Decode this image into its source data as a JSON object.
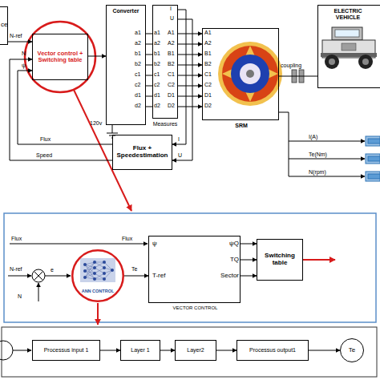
{
  "diagram": {
    "nodes": [
      {
        "text": [
          "ce"
        ]
      },
      {
        "text": [
          "Vector control + Switching table"
        ]
      },
      {
        "text": [
          "Converter"
        ]
      },
      {
        "text": [
          "Measures"
        ]
      },
      {
        "text": [
          "SRM"
        ]
      },
      {
        "text": [
          "ELECTRIC VEHICLE"
        ]
      },
      {
        "text": [
          "Flux + Speedestimation"
        ]
      },
      {
        "text": [
          "ANN CONTROL"
        ]
      },
      {
        "text": [
          "ψ",
          "T-ref",
          "ψQ",
          "TQ",
          "Sector",
          "VECTOR CONTROL"
        ]
      },
      {
        "text": [
          "Switching table"
        ]
      },
      {
        "text": [
          "Processus input 1"
        ]
      },
      {
        "text": [
          "Layer 1"
        ]
      },
      {
        "text": [
          "Layer2"
        ]
      },
      {
        "text": [
          "Processus output1"
        ]
      },
      {
        "text": [
          "Te"
        ]
      }
    ],
    "edges": [
      {
        "from": 0,
        "to": 1,
        "arrow": "to",
        "label": "N-ref"
      },
      {
        "from": 1,
        "to": 2,
        "arrow": "to"
      },
      {
        "from": 2,
        "to": 3,
        "arrow": "none"
      },
      {
        "from": 2,
        "to": 3,
        "arrow": "none"
      },
      {
        "from": 2,
        "to": 3,
        "arrow": "none"
      },
      {
        "from": 2,
        "to": 3,
        "arrow": "none"
      },
      {
        "from": 2,
        "to": 3,
        "arrow": "none"
      },
      {
        "from": 2,
        "to": 3,
        "arrow": "none"
      },
      {
        "from": 2,
        "to": 3,
        "arrow": "none"
      },
      {
        "from": 2,
        "to": 3,
        "arrow": "none"
      },
      {
        "from": 3,
        "to": 4,
        "arrow": "to"
      },
      {
        "from": 3,
        "to": 4,
        "arrow": "to"
      },
      {
        "from": 3,
        "to": 4,
        "arrow": "to"
      },
      {
        "from": 3,
        "to": 4,
        "arrow": "to"
      },
      {
        "from": 3,
        "to": 4,
        "arrow": "to"
      },
      {
        "from": 3,
        "to": 4,
        "arrow": "to"
      },
      {
        "from": 3,
        "to": 4,
        "arrow": "to"
      },
      {
        "from": 3,
        "to": 4,
        "arrow": "to"
      },
      {
        "from": 4,
        "to": 5,
        "arrow": "none",
        "label": "coupling"
      },
      {
        "from": 3,
        "to": 6,
        "arrow": "to",
        "label": "I"
      },
      {
        "from": 3,
        "to": 6,
        "arrow": "to",
        "label": "U"
      },
      {
        "from": 6,
        "to": 1,
        "arrow": "to",
        "label": "Flux"
      },
      {
        "from": 6,
        "to": 1,
        "arrow": "to",
        "label": "Speed"
      },
      {
        "from": 7,
        "to": 8,
        "arrow": "to",
        "label": "Te"
      },
      {
        "from": 8,
        "to": 9,
        "arrow": "to"
      },
      {
        "from": 8,
        "to": 9,
        "arrow": "to"
      },
      {
        "from": 8,
        "to": 9,
        "arrow": "to"
      },
      {
        "from": 10,
        "to": 11,
        "arrow": "to"
      },
      {
        "from": 11,
        "to": 12,
        "arrow": "to"
      },
      {
        "from": 12,
        "to": 13,
        "arrow": "to"
      },
      {
        "from": 13,
        "to": 14,
        "arrow": "to"
      }
    ],
    "labels": [
      "a1",
      "a2",
      "b1",
      "b2",
      "c1",
      "c2",
      "d1",
      "d2",
      "a1",
      "a2",
      "b1",
      "b2",
      "c1",
      "c2",
      "d1",
      "d2",
      "I",
      "U",
      "A1",
      "A2",
      "B1",
      "B2",
      "C1",
      "C2",
      "D1",
      "D2",
      "A1",
      "A2",
      "B1",
      "B2",
      "C1",
      "C2",
      "D1",
      "D2",
      "120v",
      "N",
      "ψ",
      "I(A)",
      "Te(Nm)",
      "N(rpm)",
      "Flux",
      "Flux",
      "N-ref",
      "N",
      "e"
    ]
  }
}
